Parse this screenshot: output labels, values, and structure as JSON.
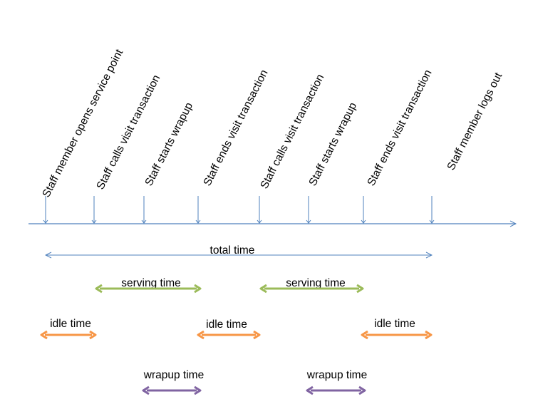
{
  "colors": {
    "timeline": "#4f81bd",
    "serving": "#9bbb59",
    "idle": "#f79646",
    "wrapup": "#8064a2",
    "text": "#000000"
  },
  "events": [
    "Staff member opens service point",
    "Staff calls visit transaction",
    "Staff starts wrapup",
    "Staff ends visit transaction",
    "Staff calls visit transaction",
    "Staff starts wrapup",
    "Staff ends visit transaction",
    "Staff member logs out"
  ],
  "spans": {
    "total": {
      "label": "total time"
    },
    "serving": [
      {
        "label": "serving time"
      },
      {
        "label": "serving time"
      }
    ],
    "idle": [
      {
        "label": "idle time"
      },
      {
        "label": "idle time"
      },
      {
        "label": "idle time"
      }
    ],
    "wrapup": [
      {
        "label": "wrapup time"
      },
      {
        "label": "wrapup time"
      }
    ]
  }
}
